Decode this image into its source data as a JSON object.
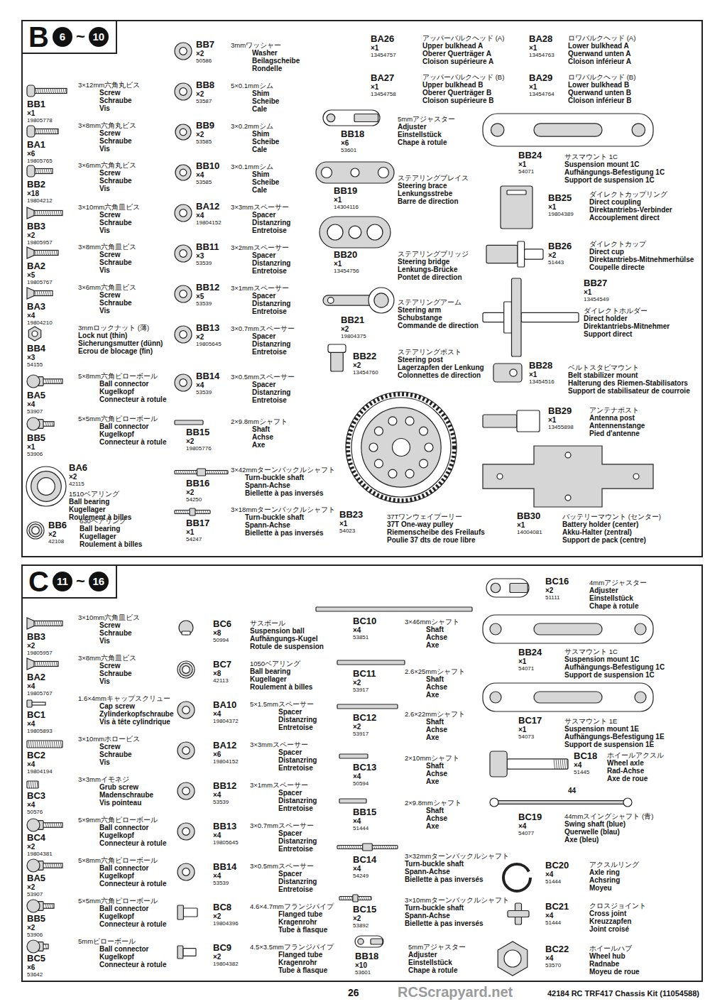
{
  "diagram": {
    "nodes": [
      {
        "text": [
          "B",
          "6",
          "~",
          "10"
        ]
      },
      {
        "text": [
          "C",
          "11",
          "~",
          "16"
        ]
      }
    ],
    "labels": [
      "BB1",
      "×1",
      "19805778",
      "3×12mm六角丸ビス",
      "Screw",
      "Schraube",
      "Vis",
      "BA1",
      "×6",
      "19805765",
      "3×8mm六角丸ビス",
      "Screw",
      "Schraube",
      "Vis",
      "BB2",
      "×18",
      "19804212",
      "3×6mm六角丸ビス",
      "Screw",
      "Schraube",
      "Vis",
      "BB3",
      "×2",
      "19805957",
      "3×10mm六角皿ビス",
      "Screw",
      "Schraube",
      "Vis",
      "BA2",
      "×5",
      "19805767",
      "3×8mm六角皿ビス",
      "Screw",
      "Schraube",
      "Vis",
      "BA3",
      "×4",
      "19804210",
      "3×6mm六角皿ビス",
      "Screw",
      "Schraube",
      "Vis",
      "BB4",
      "×3",
      "54155",
      "3mmロックナット (薄)",
      "Lock nut (thin)",
      "Sicherungsmutter (dünn)",
      "Ecrou de blocage (fin)",
      "BA5",
      "×4",
      "53907",
      "5×8mm六角ピローボール",
      "Ball connector",
      "Kugelkopf",
      "Connecteur à rotule",
      "BB5",
      "×1",
      "53906",
      "5×5mm六角ピローボール",
      "Ball connector",
      "Kugelkopf",
      "Connecteur à rotule",
      "BA6",
      "×2",
      "42115",
      "1510ベアリング",
      "Ball bearing",
      "Kugellager",
      "Roulement à billes",
      "BB6",
      "×2",
      "42108",
      "630ベアリング",
      "Ball bearing",
      "Kugellager",
      "Roulement à billes",
      "BB7",
      "×2",
      "50586",
      "3mmワッシャー",
      "Washer",
      "Beilagscheibe",
      "Rondelle",
      "BB8",
      "×2",
      "53587",
      "5×0.1mmシム",
      "Shim",
      "Scheibe",
      "Cale",
      "BB9",
      "×2",
      "53585",
      "3×0.2mmシム",
      "Shim",
      "Scheibe",
      "Cale",
      "BB10",
      "×4",
      "53585",
      "3×0.1mmシム",
      "Shim",
      "Scheibe",
      "Cale",
      "BA12",
      "×4",
      "19804152",
      "3×3mmスペーサー",
      "Spacer",
      "Distanzring",
      "Entretoise",
      "BB11",
      "×3",
      "53539",
      "3×2mmスペーサー",
      "Spacer",
      "Distanzring",
      "Entretoise",
      "BB12",
      "×5",
      "53539",
      "3×1mmスペーサー",
      "Spacer",
      "Distanzring",
      "Entretoise",
      "BB13",
      "×2",
      "19805645",
      "3×0.7mmスペーサー",
      "Spacer",
      "Distanzring",
      "Entretoise",
      "BB14",
      "×4",
      "53539",
      "3×0.5mmスペーサー",
      "Spacer",
      "Distanzring",
      "Entretoise",
      "BB15",
      "×2",
      "19805776",
      "2×9.8mmシャフト",
      "Shaft",
      "Achse",
      "Axe",
      "BB16",
      "×2",
      "54250",
      "3×42mmターンバックルシャフト",
      "Turn-buckle shaft",
      "Spann-Achse",
      "Biellette à pas inversés",
      "BB17",
      "×1",
      "54247",
      "3×18mmターンバックルシャフト",
      "Turn-buckle shaft",
      "Spann-Achse",
      "Biellette à pas inversés",
      "BA26",
      "×1",
      "13454757",
      "アッパーバルクヘッド (A)",
      "Upper bulkhead A",
      "Oberer Querträger A",
      "Cloison supérieure A",
      "BA27",
      "×1",
      "13454758",
      "アッパーバルクヘッド (B)",
      "Upper bulkhead B",
      "Oberer Querträger B",
      "Cloison supérieure B",
      "BB18",
      "×6",
      "53601",
      "5mmアジャスター",
      "Adjuster",
      "Einstellstück",
      "Chape à rotule",
      "BB19",
      "×1",
      "14304116",
      "ステアリングブレイス",
      "Steering brace",
      "Lenkungsstrebe",
      "Barre de direction",
      "BB20",
      "×1",
      "13454756",
      "ステアリングブリッジ",
      "Steering bridge",
      "Lenkungs-Brücke",
      "Pontet de direction",
      "BB21",
      "×2",
      "19804375",
      "ステアリングアーム",
      "Steering arm",
      "Schubstange",
      "Commande de direction",
      "BB22",
      "×2",
      "13454760",
      "ステアリングポスト",
      "Steering post",
      "Lagerzapfen der Lenkung",
      "Colonnettes de direction",
      "BB23",
      "×1",
      "54023",
      "37Tワンウェイプーリー",
      "37T One-way pulley",
      "Riemenscheibe des Freilaufs",
      "Poulie 37 dts de roue libre",
      "BA28",
      "×1",
      "13454763",
      "ロワバルクヘッド (A)",
      "Lower bulkhead A",
      "Querwand unten A",
      "Cloison inférieur A",
      "BA29",
      "×1",
      "13454764",
      "ロワバルクヘッド (B)",
      "Lower bulkhead B",
      "Querwand unten B",
      "Cloison inférieur B",
      "BB24",
      "×1",
      "54071",
      "サスマウント 1C",
      "Suspension mount 1C",
      "Aufhängungs-Befestigung 1C",
      "Support de suspension 1C",
      "BB25",
      "×1",
      "19804389",
      "ダイレクトカップリング",
      "Direct coupling",
      "Direktantriebs-Verbinder",
      "Accouplement direct",
      "BB26",
      "×2",
      "51443",
      "ダイレクトカップ",
      "Direct cup",
      "Direktantriebs-Mitnehmerhülse",
      "Coupelle directe",
      "BB27",
      "×1",
      "13454549",
      "ダイレクトホルダー",
      "Direct holder",
      "Direktantriebs-Mitnehmer",
      "Support direct",
      "BB28",
      "×1",
      "13454516",
      "ベルトスタビマウント",
      "Belt stabilizer mount",
      "Halterung des Riemen-Stabilisators",
      "Support de stabilisateur de courroie",
      "BB29",
      "×1",
      "13455898",
      "アンテナポスト",
      "Antenna post",
      "Antennenstange",
      "Pied d'antenne",
      "BB30",
      "×1",
      "14004081",
      "バッテリーマウント (センター)",
      "Battery holder (center)",
      "Akku-Halter (zentral)",
      "Support de pack (centre)",
      "BB3",
      "×2",
      "19805957",
      "3×10mm六角皿ビス",
      "Screw",
      "Schraube",
      "Vis",
      "BA2",
      "×4",
      "19805767",
      "3×8mm六角皿ビス",
      "Screw",
      "Schraube",
      "Vis",
      "BC1",
      "×4",
      "19805893",
      "1.6×4mmキャップスクリュー",
      "Cap screw",
      "Zylinderkopfschraube",
      "Vis à tête cylindrique",
      "BC2",
      "×4",
      "19804194",
      "3×10mmホロービス",
      "Screw",
      "Schraube",
      "Vis",
      "BC3",
      "×4",
      "50576",
      "3×3mmイモネジ",
      "Grub screw",
      "Madenschraube",
      "Vis pointeau",
      "BC4",
      "×2",
      "19804381",
      "5×9mm六角ピローボール",
      "Ball connector",
      "Kugelkopf",
      "Connecteur à rotule",
      "BA5",
      "×2",
      "53907",
      "5×8mm六角ピローボール",
      "Ball connector",
      "Kugelkopf",
      "Connecteur à rotule",
      "BB5",
      "×2",
      "53906",
      "5×5mm六角ピローボール",
      "Ball connector",
      "Kugelkopf",
      "Connecteur à rotule",
      "BC5",
      "×6",
      "53642",
      "5mmピローボール",
      "Ball connector",
      "Kugelkopf",
      "Connecteur à rotule",
      "BC6",
      "×8",
      "50994",
      "サスボール",
      "Suspension ball",
      "Aufhängungs-Kugel",
      "Rotule de suspension",
      "BC7",
      "×8",
      "42113",
      "1050ベアリング",
      "Ball bearing",
      "Kugellager",
      "Roulement à billes",
      "BA10",
      "×4",
      "19804372",
      "5×1.5mmスペーサー",
      "Spacer",
      "Distanzring",
      "Entretoise",
      "BA12",
      "×6",
      "19804152",
      "3×3mmスペーサー",
      "Spacer",
      "Distanzring",
      "Entretoise",
      "BB12",
      "×4",
      "53539",
      "3×1mmスペーサー",
      "Spacer",
      "Distanzring",
      "Entretoise",
      "BB13",
      "×4",
      "19805645",
      "3×0.7mmスペーサー",
      "Spacer",
      "Distanzring",
      "Entretoise",
      "BB14",
      "×4",
      "53539",
      "3×0.5mmスペーサー",
      "Spacer",
      "Distanzring",
      "Entretoise",
      "BC8",
      "×2",
      "19804396",
      "4.6×4.7mmフランジパイプ",
      "Flanged tube",
      "Kragenrohr",
      "Tube à flasque",
      "BC9",
      "×2",
      "19804382",
      "4.5×3.5mmフランジパイプ",
      "Flanged tube",
      "Kragenrohr",
      "Tube à flasque",
      "BC10",
      "×4",
      "53851",
      "3×46mmシャフト",
      "Shaft",
      "Achse",
      "Axe",
      "BC11",
      "×2",
      "53917",
      "2.6×25mmシャフト",
      "Shaft",
      "Achse",
      "Axe",
      "BC12",
      "×2",
      "53917",
      "2.6×22mmシャフト",
      "Shaft",
      "Achse",
      "Axe",
      "BC13",
      "×4",
      "50594",
      "2×10mmシャフト",
      "Shaft",
      "Achse",
      "Axe",
      "BB15",
      "×4",
      "51444",
      "2×9.8mmシャフト",
      "Shaft",
      "Achse",
      "Axe",
      "BC14",
      "×4",
      "54249",
      "3×32mmターンバックルシャフト",
      "Turn-buckle shaft",
      "Spann-Achse",
      "Biellette à pas inversés",
      "BC15",
      "×2",
      "53892",
      "3×10mmターンバックルシャフト",
      "Turn-buckle shaft",
      "Spann-Achse",
      "Biellette à pas inversés",
      "BB18",
      "×10",
      "53601",
      "5mmアジャスター",
      "Adjuster",
      "Einstellstück",
      "Chape à rotule",
      "BC16",
      "×2",
      "51111",
      "4mmアジャスター",
      "Adjuster",
      "Einstellstück",
      "Chape à rotule",
      "BB24",
      "×1",
      "54071",
      "サスマウント 1C",
      "Suspension mount 1C",
      "Aufhängungs-Befestigung 1C",
      "Support de suspension 1C",
      "BC17",
      "×1",
      "54073",
      "サスマウント 1E",
      "Suspension mount 1E",
      "Aufhängungs-Befestigung 1E",
      "Support de suspension 1E",
      "BC18",
      "×4",
      "51445",
      "ホイールアクスル",
      "Wheel axle",
      "Rad-Achse",
      "Axe de roue",
      "BC19",
      "×4",
      "54077",
      "44mmスイングシャフト (青)",
      "Swing shaft (blue)",
      "Querwelle (blau)",
      "Axe (bleu)",
      "BC20",
      "×4",
      "51444",
      "アクスルリング",
      "Axle ring",
      "Achsring",
      "Moyeu",
      "BC21",
      "×4",
      "51444",
      "クロスジョイント",
      "Cross joint",
      "Kreuzzapfen",
      "Joint croisé",
      "BC22",
      "×4",
      "53570",
      "ホイールハブ",
      "Wheel hub",
      "Radnabe",
      "Moyeu de roue",
      "44",
      "26",
      "42184 RC TRF417 Chassis Kit (11054588)",
      "RCScrapyard.net"
    ]
  }
}
